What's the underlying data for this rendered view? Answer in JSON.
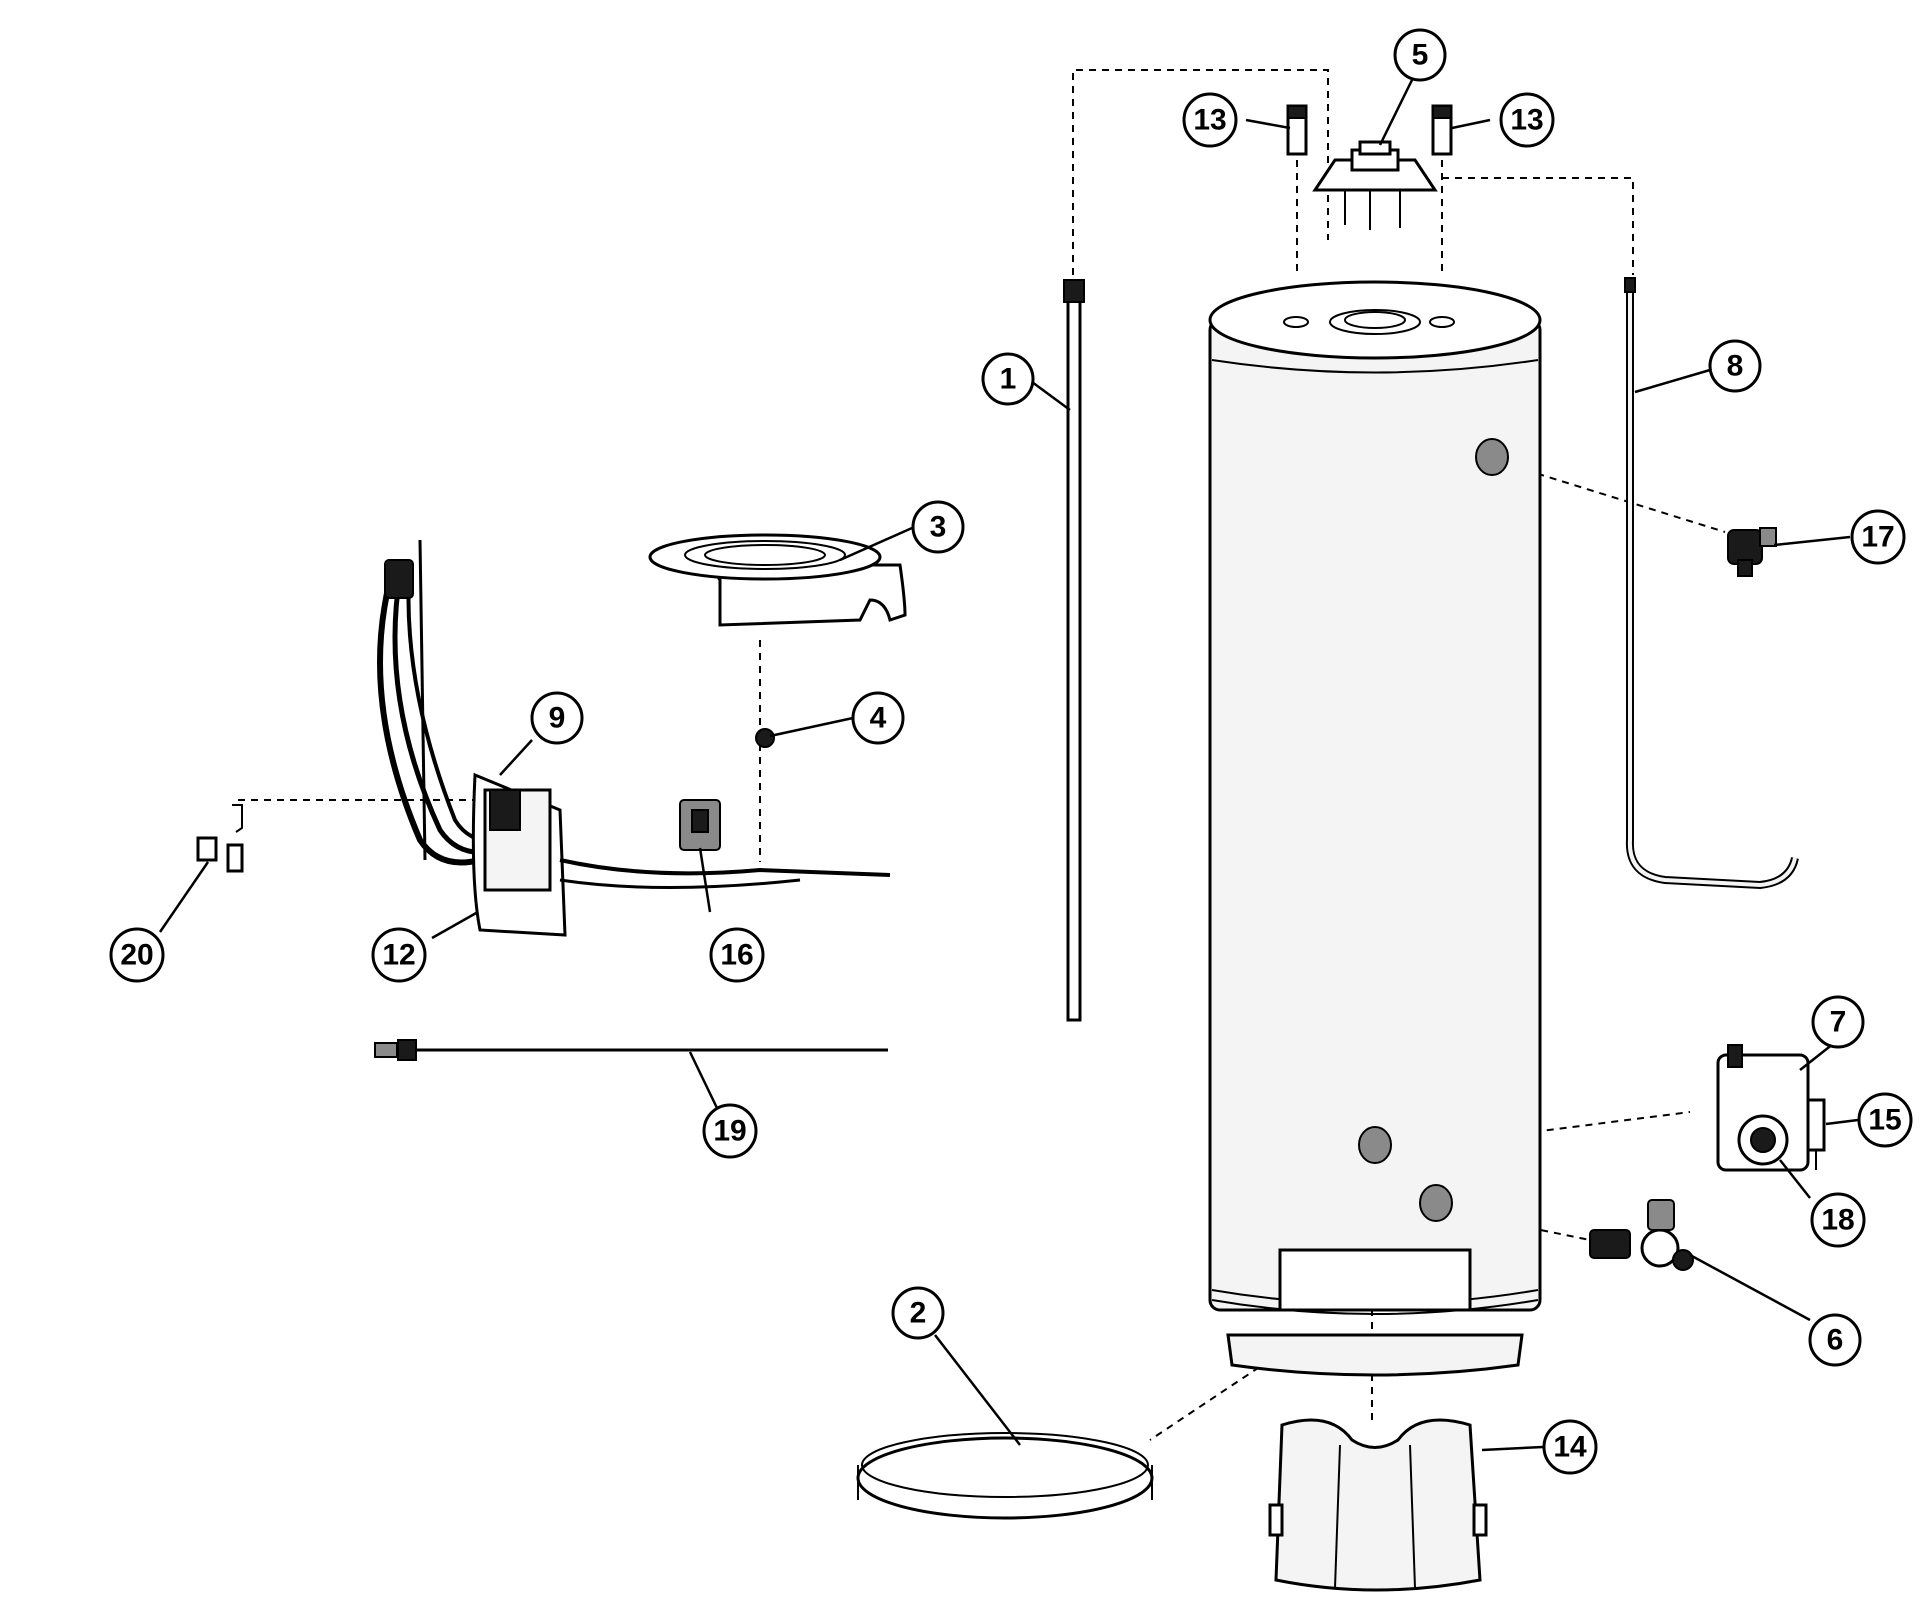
{
  "callouts": {
    "c1": "1",
    "c2": "2",
    "c3": "3",
    "c4": "4",
    "c5": "5",
    "c6": "6",
    "c7": "7",
    "c8": "8",
    "c9": "9",
    "c12": "12",
    "c13a": "13",
    "c13b": "13",
    "c14": "14",
    "c15": "15",
    "c16": "16",
    "c17": "17",
    "c18": "18",
    "c19": "19",
    "c20": "20"
  }
}
